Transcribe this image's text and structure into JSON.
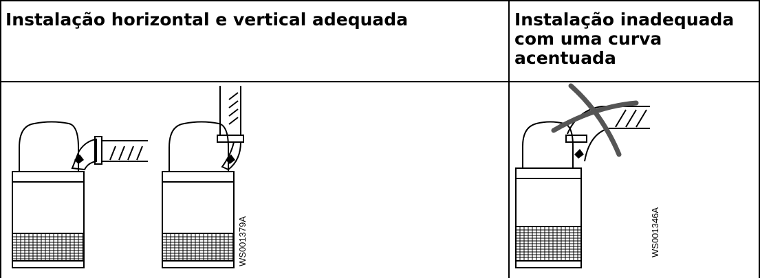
{
  "table": {
    "col1_header": "Instalação horizontal e vertical adequada",
    "col2_header_lines": [
      "Instalação inadequada",
      "com uma curva",
      "acentuada"
    ]
  },
  "figures": {
    "left_code": "WS001379A",
    "right_code": "WS001346A"
  }
}
